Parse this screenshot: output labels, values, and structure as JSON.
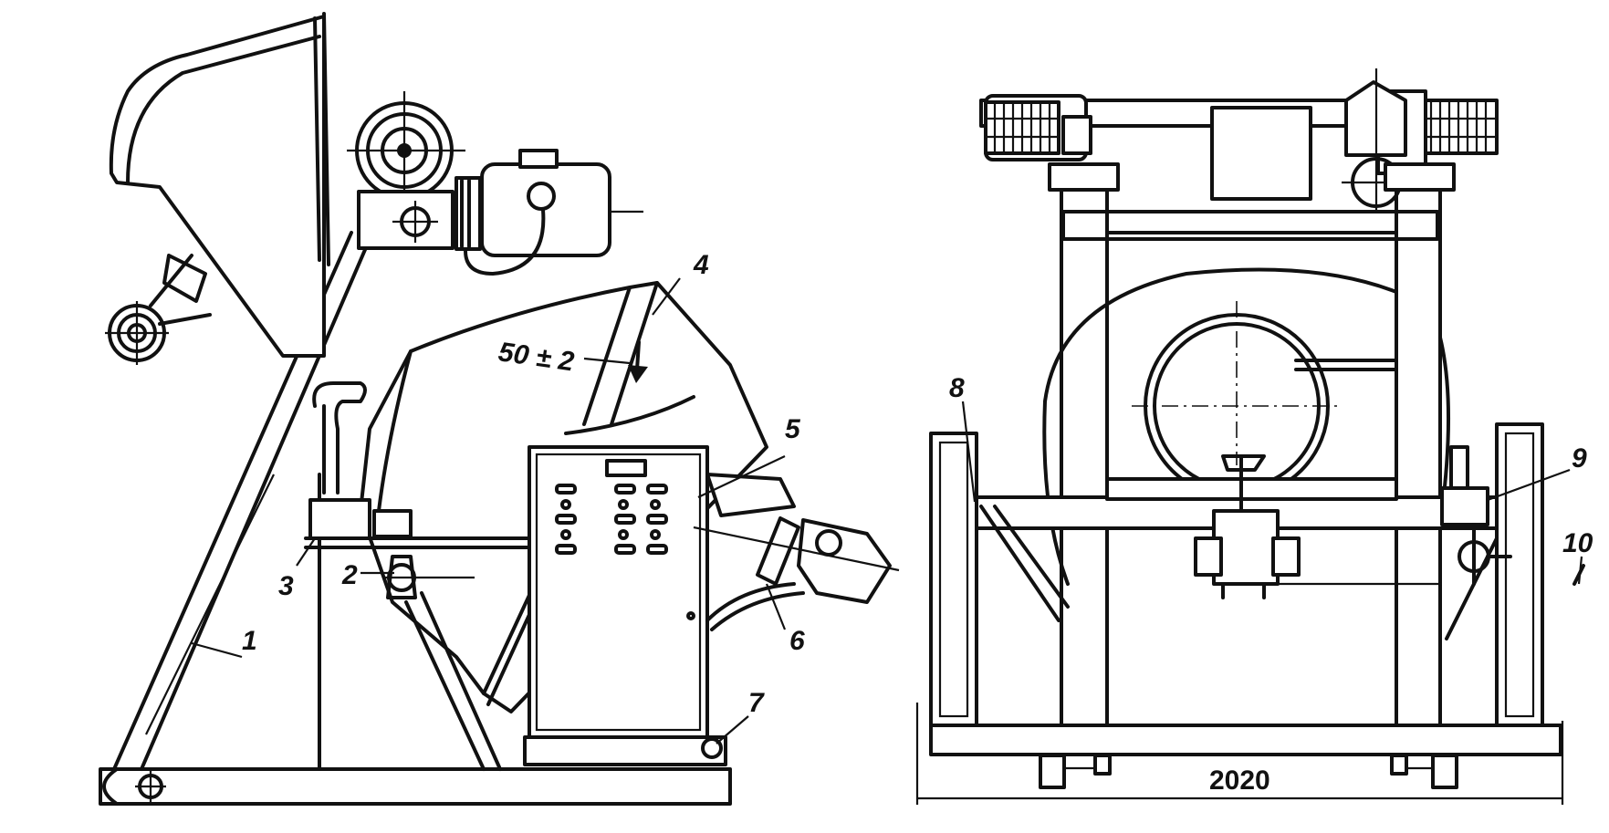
{
  "labels": {
    "l1": "1",
    "l2": "2",
    "l3": "3",
    "l4": "4",
    "l5": "5",
    "l6": "6",
    "l7": "7",
    "l8": "8",
    "l9": "9",
    "l10": "10"
  },
  "annotations": {
    "angle": "50 ± 2",
    "width_dim": "2020"
  },
  "icons": {
    "arrow": "down-arrow-icon"
  }
}
